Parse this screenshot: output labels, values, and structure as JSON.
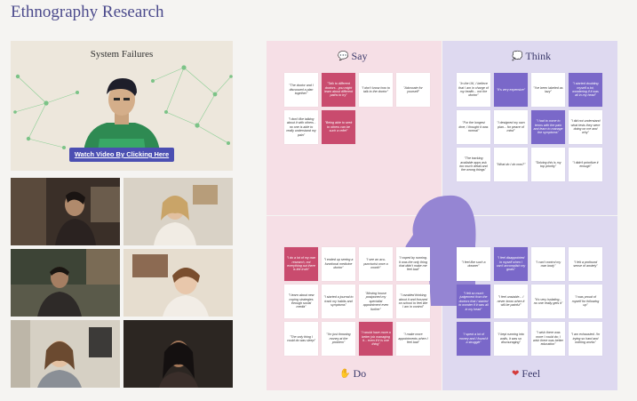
{
  "page": {
    "title": "Ethnography Research"
  },
  "video": {
    "title": "System Failures",
    "button_label": "Watch Video By Clicking Here"
  },
  "board": {
    "say": {
      "label": "Say",
      "icon": "speech-bubble-icon",
      "notes": [
        {
          "text": "\"The doctor and I discussed a plan together\"",
          "color": "white"
        },
        {
          "text": "\"Talk to different doctors - you might learn about different paths to try\"",
          "color": "pink"
        },
        {
          "text": "\"I don't know how to talk to the doctor\"",
          "color": "white"
        },
        {
          "text": "\"Advocate for yourself\"",
          "color": "white"
        },
        {
          "text": "\"I don't like talking about it with others - no one is able to really understand my pain\"",
          "color": "white"
        },
        {
          "text": "\"Being able to seek to others can be such a relief\"",
          "color": "pink"
        }
      ]
    },
    "think": {
      "label": "Think",
      "icon": "thought-bubble-icon",
      "notes": [
        {
          "text": "\"In the UK, I believe that I am in charge of my health... not the doctor\"",
          "color": "white"
        },
        {
          "text": "\"It's very expensive\"",
          "color": "purple"
        },
        {
          "text": "\"I've been labeled as lazy\"",
          "color": "white"
        },
        {
          "text": "\"I started doubting myself a lot, wondering if it was all in my head\"",
          "color": "purple"
        },
        {
          "text": "\"For the longest time, I thought it was normal\"",
          "color": "white"
        },
        {
          "text": "\"I designed my own plan... for peace of mind\"",
          "color": "white"
        },
        {
          "text": "\"I had to come to terms with the pain and learn to manage the symptoms\"",
          "color": "purple"
        },
        {
          "text": "\"I did not understand what tests they were doing on me and why\"",
          "color": "white"
        },
        {
          "text": "\"The tracking available apps ask too much detail and the wrong things\"",
          "color": "white"
        },
        {
          "text": "\"What do I do now?\"",
          "color": "white"
        },
        {
          "text": "\"Solving this is my top priority\"",
          "color": "white"
        },
        {
          "text": "\"I didn't prioritize it enough\"",
          "color": "white"
        }
      ]
    },
    "do": {
      "label": "Do",
      "icon": "hand-icon",
      "notes": [
        {
          "text": "\"I do a lot of my own research, not everything out there is the truth\"",
          "color": "pink"
        },
        {
          "text": "\"I ended up seeing a functional medicine doctor\"",
          "color": "white"
        },
        {
          "text": "\"I see an acu-puncturist once a month\"",
          "color": "white"
        },
        {
          "text": "\"I coped by running. It was the only thing that didn't make me feel bad\"",
          "color": "white"
        },
        {
          "text": "\"I learn about new coping strategies through social media\"",
          "color": "white"
        },
        {
          "text": "\"I started a journal to track my habits and symptoms\"",
          "color": "white"
        },
        {
          "text": "\"Moving house postponed my specialist appointment even further\"",
          "color": "white"
        },
        {
          "text": "\"I avoided thinking about it and focused on school to feel like I am in control\"",
          "color": "white"
        },
        {
          "text": "\"The only thing I could do was sleep\"",
          "color": "white"
        },
        {
          "text": "\"I'm just throwing money at the problem\"",
          "color": "white"
        },
        {
          "text": "\"I would have more a better job managing it... even if it is one thing\"",
          "color": "pink"
        },
        {
          "text": "\"I make more appointments when I feel bad\"",
          "color": "white"
        }
      ]
    },
    "feel": {
      "label": "Feel",
      "icon": "heart-icon",
      "notes": [
        {
          "text": "\"I feel like such a downer\"",
          "color": "white"
        },
        {
          "text": "\"I feel disappointed in myself when I can't accomplish my goals\"",
          "color": "purple"
        },
        {
          "text": "\"I can't control my own body\"",
          "color": "white"
        },
        {
          "text": "\"I felt a profound sense of anxiety\"",
          "color": "white"
        },
        {
          "text": "\"I felt so much judgement from the doctors that I started to wonder if it was all in my head\"",
          "color": "purple"
        },
        {
          "text": "\"I feel unstable... I never know when it will be painful\"",
          "color": "white"
        },
        {
          "text": "\"It's very isolating... no one really gets it\"",
          "color": "white"
        },
        {
          "text": "\"I was proud of myself for following up\"",
          "color": "white"
        },
        {
          "text": "\"I spent a lot of money and I found it a struggle\"",
          "color": "purple"
        },
        {
          "text": "\"I kept running into walls, it was so discouraging\"",
          "color": "white"
        },
        {
          "text": "\"I wish there was more I could do; I wish there was better education\"",
          "color": "white"
        },
        {
          "text": "\"I am exhausted. I'm trying so hard and nothing works\"",
          "color": "white"
        }
      ]
    }
  }
}
